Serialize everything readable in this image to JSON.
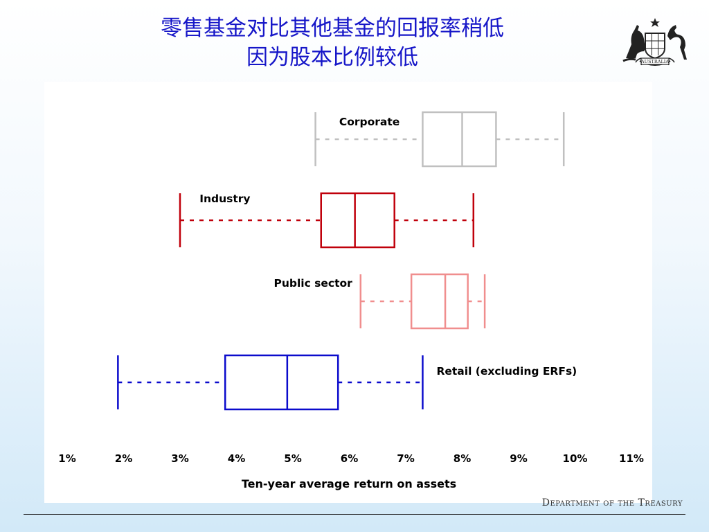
{
  "slide": {
    "title_line1": "零售基金对比其他基金的回报率稍低",
    "title_line2": "因为股本比例较低",
    "footer": "Department of the Treasury",
    "logo_text": "AUSTRALIA"
  },
  "chart_data": {
    "type": "boxplot",
    "orientation": "horizontal",
    "xlabel": "Ten-year average return on assets",
    "xlim": [
      1,
      11
    ],
    "x_unit": "%",
    "ticks": [
      "1%",
      "2%",
      "3%",
      "4%",
      "5%",
      "6%",
      "7%",
      "8%",
      "9%",
      "10%",
      "11%"
    ],
    "grid": false,
    "series": [
      {
        "name": "Corporate",
        "color": "#c0c0c0",
        "whisker_low": 5.4,
        "q1": 7.3,
        "median": 8.0,
        "q3": 8.6,
        "whisker_high": 9.8
      },
      {
        "name": "Industry",
        "color": "#c0000b",
        "whisker_low": 3.0,
        "q1": 5.5,
        "median": 6.1,
        "q3": 6.8,
        "whisker_high": 8.2
      },
      {
        "name": "Public sector",
        "color": "#f08e8e",
        "whisker_low": 6.2,
        "q1": 7.1,
        "median": 7.7,
        "q3": 8.1,
        "whisker_high": 8.4
      },
      {
        "name": "Retail (excluding ERFs)",
        "color": "#0b0bcc",
        "whisker_low": 1.9,
        "q1": 3.8,
        "median": 4.9,
        "q3": 5.8,
        "whisker_high": 7.3
      }
    ]
  }
}
